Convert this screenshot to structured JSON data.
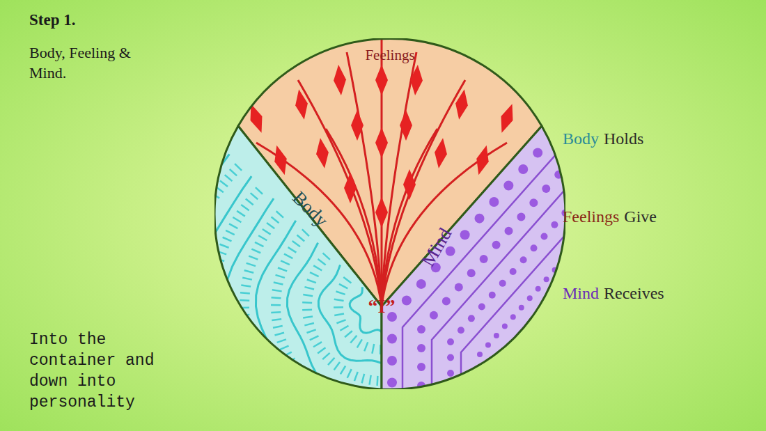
{
  "diagram": {
    "title": "Step 1.",
    "nodes": [
      {
        "text": [
          "Feelings"
        ]
      },
      {
        "text": [
          "Body"
        ]
      },
      {
        "text": [
          "Mind"
        ]
      }
    ],
    "labels": [
      "Body, Feeling & Mind.",
      "“I”",
      "Body",
      "Holds",
      "Feelings",
      "Give",
      "Mind",
      "Receives",
      "Into the container and down into personality"
    ]
  }
}
